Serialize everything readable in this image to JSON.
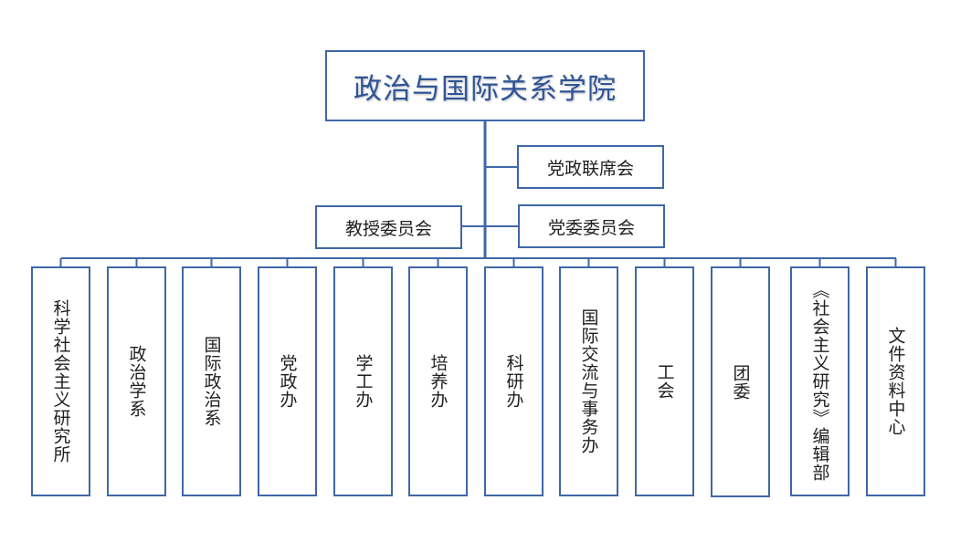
{
  "root": {
    "title": "政治与国际关系学院"
  },
  "side": {
    "joint_meeting": "党政联席会",
    "professors_committee": "教授委员会",
    "party_committee": "党委委员会"
  },
  "departments": [
    "科学社会主义研究所",
    "政治学系",
    "国际政治系",
    "党政办",
    "学工办",
    "培养办",
    "科研办",
    "国际交流与事务办",
    "工会",
    "团委",
    "《社会主义研究》编辑部",
    "文件资料中心"
  ],
  "colors": {
    "line": "#3f67a8",
    "title_text": "#2f5597",
    "text": "#1f1f1f"
  }
}
